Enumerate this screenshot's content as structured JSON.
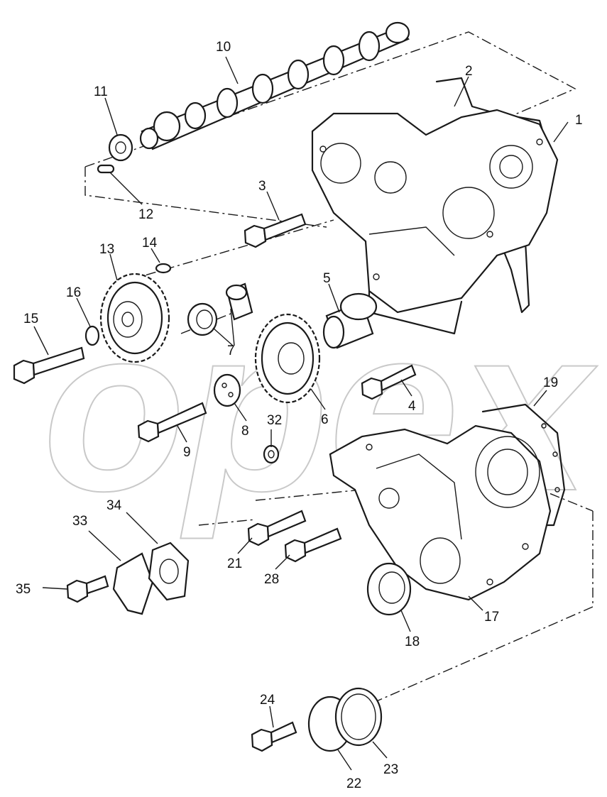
{
  "diagram": {
    "watermark": "opex",
    "callouts": [
      "1",
      "2",
      "3",
      "4",
      "5",
      "6",
      "7",
      "8",
      "9",
      "10",
      "11",
      "12",
      "13",
      "14",
      "15",
      "16",
      "17",
      "18",
      "19",
      "21",
      "22",
      "23",
      "24",
      "28",
      "32",
      "33",
      "34",
      "35"
    ]
  }
}
